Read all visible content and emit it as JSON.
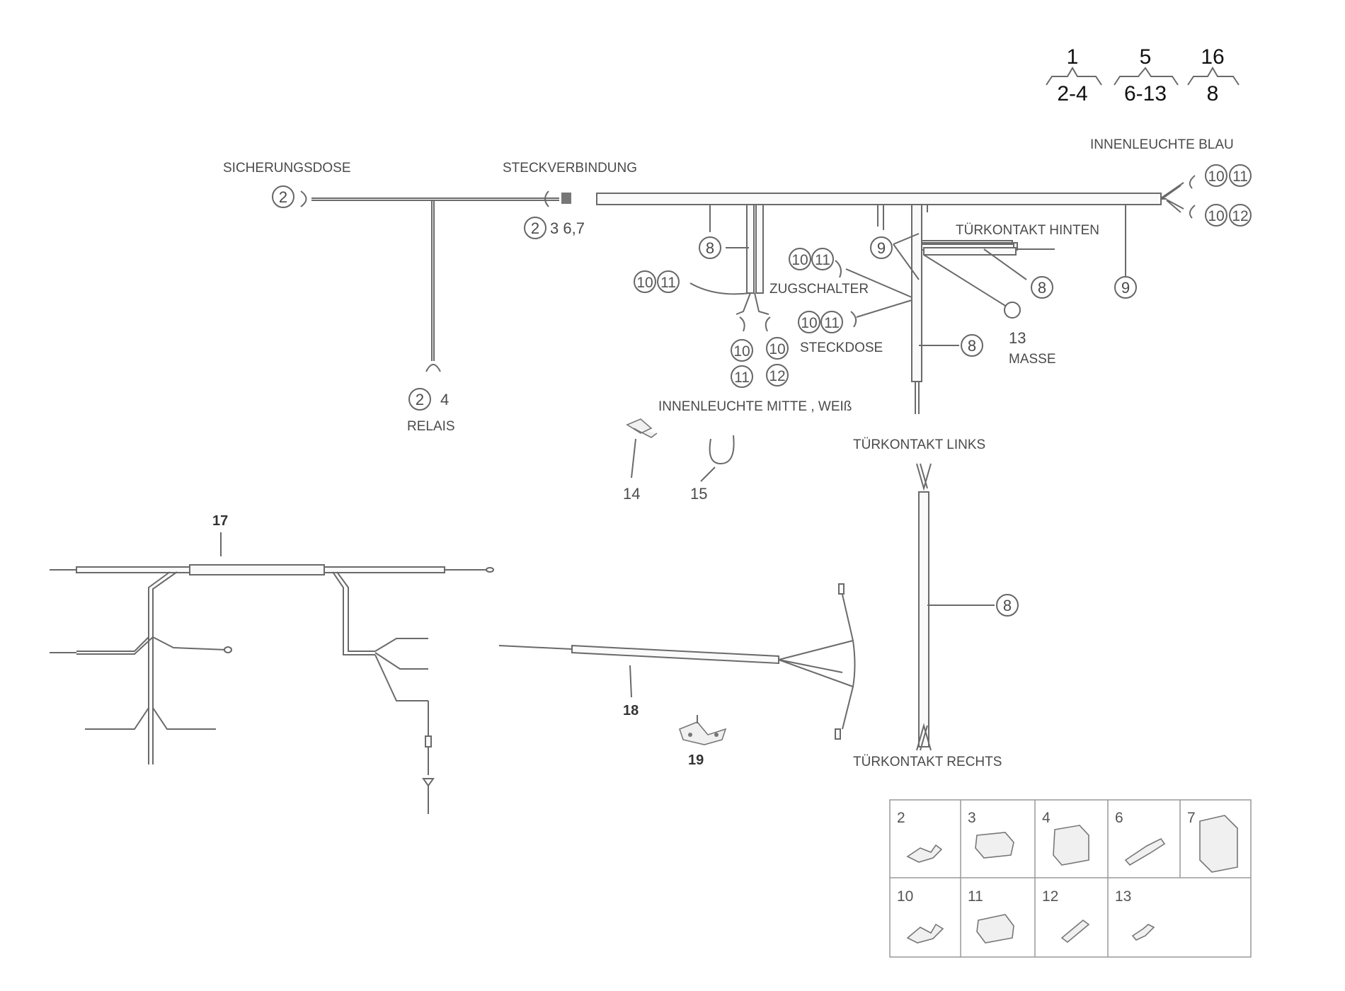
{
  "header_groups": [
    {
      "top": "1",
      "bottom": "2-4"
    },
    {
      "top": "5",
      "bottom": "6-13"
    },
    {
      "top": "16",
      "bottom": "8"
    }
  ],
  "labels": {
    "sicherungsdose": "SICHERUNGSDOSE",
    "steckverbindung": "STECKVERBINDUNG",
    "relais": "RELAIS",
    "relais_extra": "4",
    "steck_extra": "3 6,7",
    "innenleuchte_blau": "INNENLEUCHTE BLAU",
    "tuerkontakt_hinten": "TÜRKONTAKT HINTEN",
    "zugschalter": "ZUGSCHALTER",
    "steckdose": "STECKDOSE",
    "masse_num": "13",
    "masse": "MASSE",
    "innenleuchte_mitte": "INNENLEUCHTE MITTE , WEIß",
    "tuerkontakt_links": "TÜRKONTAKT LINKS",
    "tuerkontakt_rechts": "TÜRKONTAKT RECHTS"
  },
  "callouts": {
    "c2_sicherung": "2",
    "c2_steck": "2",
    "c2_relais": "2",
    "c8_a": "8",
    "c9_a": "9",
    "c8_b": "8",
    "c9_b": "9",
    "c8_c": "8",
    "c8_d": "8",
    "c10_blau1": "10",
    "c11_blau1": "11",
    "c10_blau2": "10",
    "c12_blau2": "12",
    "c10_zug": "10",
    "c11_zug": "11",
    "c10_left": "10",
    "c11_left": "11",
    "c10_steck": "10",
    "c11_steck": "11",
    "c10_m1": "10",
    "c11_m1": "11",
    "c10_m2": "10",
    "c12_m2": "12"
  },
  "parts": {
    "p14": "14",
    "p15": "15",
    "p17": "17",
    "p18": "18",
    "p19": "19"
  },
  "legend_cells": [
    "2",
    "3",
    "4",
    "6",
    "7",
    "10",
    "11",
    "12",
    "13"
  ]
}
